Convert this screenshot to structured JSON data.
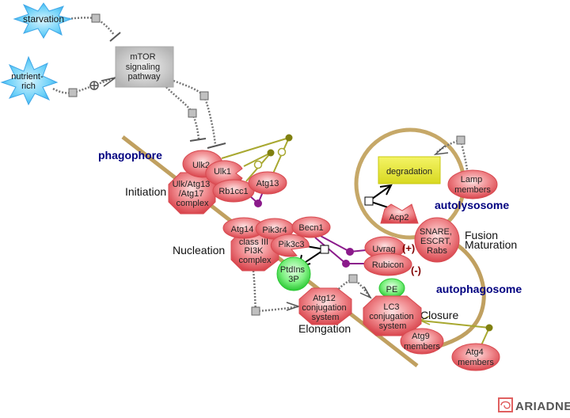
{
  "title": "Autophagy pathway",
  "colors": {
    "protein_fill": "#e8696e",
    "protein_light": "#fbd4d4",
    "small_molecule_fill": "#3fd94a",
    "process_fill": "#e8e830",
    "stimulus_fill": "#5fc8f5",
    "pathway_fill": "#c8c8c8",
    "membrane": "#c0a060",
    "positive_edge": "#a8a830",
    "inhibitor_edge": "#8b1a8b",
    "compartment_label": "#000080",
    "sign_label": "#800000"
  },
  "stimuli": [
    {
      "id": "starvation",
      "label": "starvation"
    },
    {
      "id": "nutrient-rich",
      "label": "nutrient-\nrich"
    }
  ],
  "pathways": [
    {
      "id": "mtor",
      "label": "mTOR\nsignaling\npathway"
    }
  ],
  "compartments": [
    {
      "id": "phagophore",
      "label": "phagophore"
    },
    {
      "id": "autolysosome",
      "label": "autolysosome"
    },
    {
      "id": "autophagosome",
      "label": "autophagosome"
    }
  ],
  "stages": [
    {
      "id": "initiation",
      "label": "Initiation"
    },
    {
      "id": "nucleation",
      "label": "Nucleation"
    },
    {
      "id": "elongation",
      "label": "Elongation"
    },
    {
      "id": "closure",
      "label": "Closure"
    },
    {
      "id": "fusion",
      "label": "Fusion\nMaturation"
    }
  ],
  "complexes": [
    {
      "id": "ulk-complex",
      "label": "Ulk/Atg13\n/Atg17\ncomplex"
    },
    {
      "id": "pi3k-complex",
      "label": "class III\nPI3K\ncomplex"
    },
    {
      "id": "atg12-system",
      "label": "Atg12\nconjugation\nsystem"
    },
    {
      "id": "lc3-system",
      "label": "LC3\nconjugation\nsystem"
    }
  ],
  "proteins": [
    {
      "id": "ulk2",
      "label": "Ulk2"
    },
    {
      "id": "ulk1",
      "label": "Ulk1"
    },
    {
      "id": "rb1cc1",
      "label": "Rb1cc1"
    },
    {
      "id": "atg13",
      "label": "Atg13"
    },
    {
      "id": "atg14",
      "label": "Atg14"
    },
    {
      "id": "pik3r4",
      "label": "Pik3r4"
    },
    {
      "id": "becn1",
      "label": "Becn1"
    },
    {
      "id": "pik3c3",
      "label": "Pik3c3"
    },
    {
      "id": "uvrag",
      "label": "Uvrag"
    },
    {
      "id": "rubicon",
      "label": "Rubicon"
    },
    {
      "id": "snare",
      "label": "SNARE,\nESCRT,\nRabs"
    },
    {
      "id": "lamp",
      "label": "Lamp\nmembers"
    },
    {
      "id": "atg9",
      "label": "Atg9\nmembers"
    },
    {
      "id": "atg4",
      "label": "Atg4\nmembers"
    },
    {
      "id": "acp2",
      "label": "Acp2"
    }
  ],
  "small_molecules": [
    {
      "id": "ptdins3p",
      "label": "PtdIns\n3P"
    },
    {
      "id": "pe",
      "label": "PE"
    }
  ],
  "processes": [
    {
      "id": "degradation",
      "label": "degradation"
    }
  ],
  "signs": {
    "uvrag": "(+)",
    "rubicon": "(-)"
  },
  "logo": {
    "label": "ARIADNE"
  }
}
